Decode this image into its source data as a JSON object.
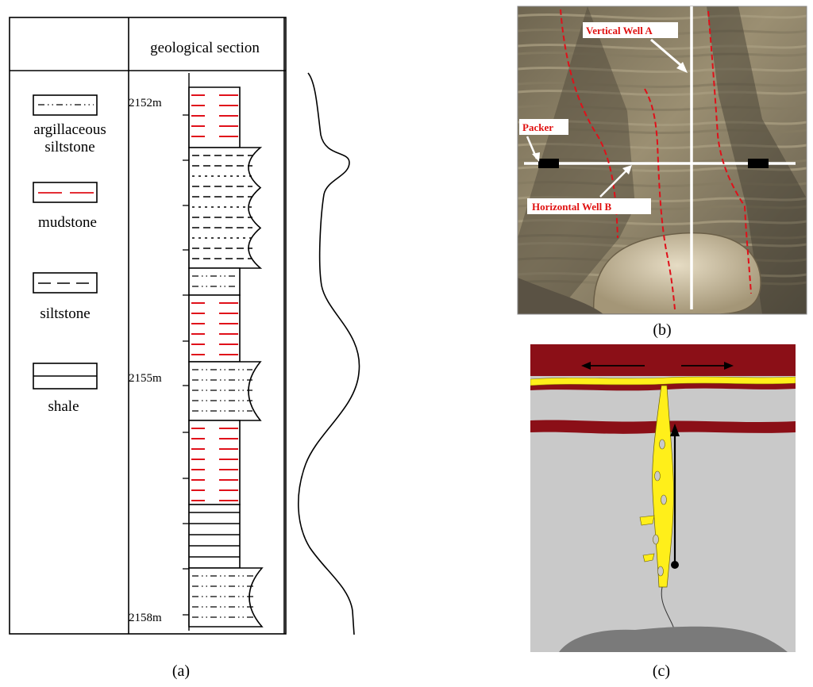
{
  "panel_a": {
    "column_header": "geological section",
    "caption": "(a)",
    "depths": [
      "2152m",
      "2155m",
      "2158m"
    ],
    "legend": [
      {
        "label": "argillaceous",
        "label2": "siltstone",
        "pattern": "dash-dot-dot"
      },
      {
        "label": "mudstone",
        "pattern": "red-dash"
      },
      {
        "label": "siltstone",
        "pattern": "dash"
      },
      {
        "label": "shale",
        "pattern": "solid"
      }
    ]
  },
  "panel_b": {
    "caption": "(b)",
    "labels": {
      "vertical_well": "Vertical Well A",
      "packer": "Packer",
      "horizontal_well": "Horizontal Well B"
    }
  },
  "panel_c": {
    "caption": "(c)"
  },
  "colors": {
    "mudstone_red": "#e0101a",
    "layer_red": "#8b0f17",
    "fracture_yellow": "#ffef1a",
    "rock_gray": "#c8c8c8",
    "base_gray": "#7a7a7a",
    "label_red": "#e01010"
  }
}
